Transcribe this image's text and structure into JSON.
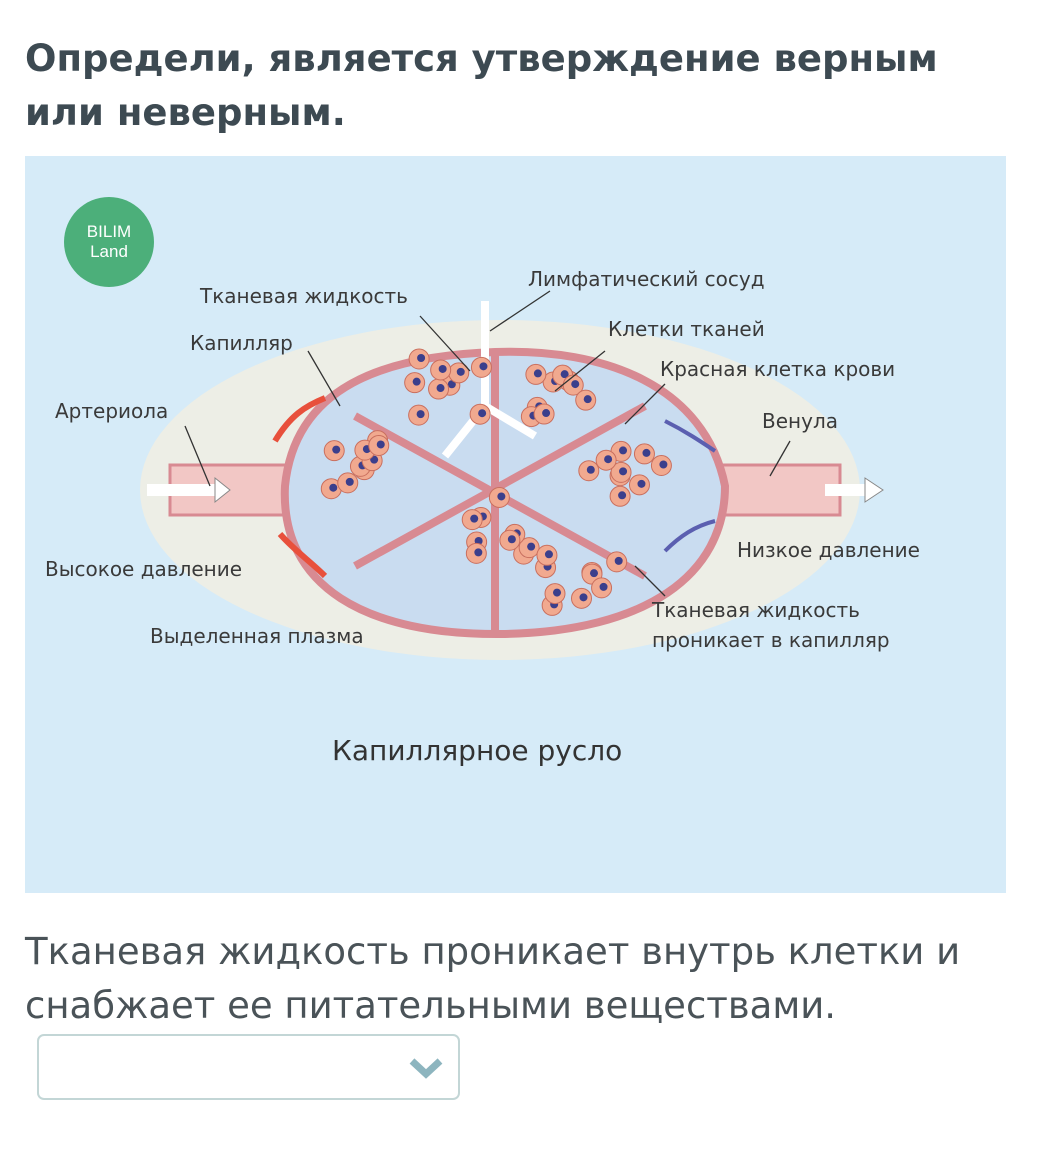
{
  "question": {
    "title": "Определи, является утверждение верным или неверным."
  },
  "figure": {
    "logo": {
      "line1": "BILIM",
      "line2": "Land"
    },
    "labels": {
      "tissue_fluid": "Тканевая жидкость",
      "lymph_vessel": "Лимфатический сосуд",
      "capillary": "Капилляр",
      "tissue_cells": "Клетки тканей",
      "red_blood_cell": "Красная клетка крови",
      "arteriole": "Артериола",
      "venule": "Венула",
      "high_pressure": "Высокое давление",
      "low_pressure": "Низкое давление",
      "fluid_enters_line1": "Тканевая жидкость",
      "fluid_enters_line2": "проникает в капилляр",
      "released_plasma": "Выделенная плазма"
    },
    "caption": "Капиллярное русло",
    "colors": {
      "background": "#d6ebf8",
      "vessel": "#e8a0a8",
      "cell": "#f1a98f",
      "nucleus": "#3b3f8c",
      "logo": "#4caf7a"
    }
  },
  "statement": "Тканевая жидкость проникает внутрь клетки и снабжает ее питательными веществами.",
  "answer_select": {
    "value": "",
    "icon": "chevron-down-icon"
  }
}
